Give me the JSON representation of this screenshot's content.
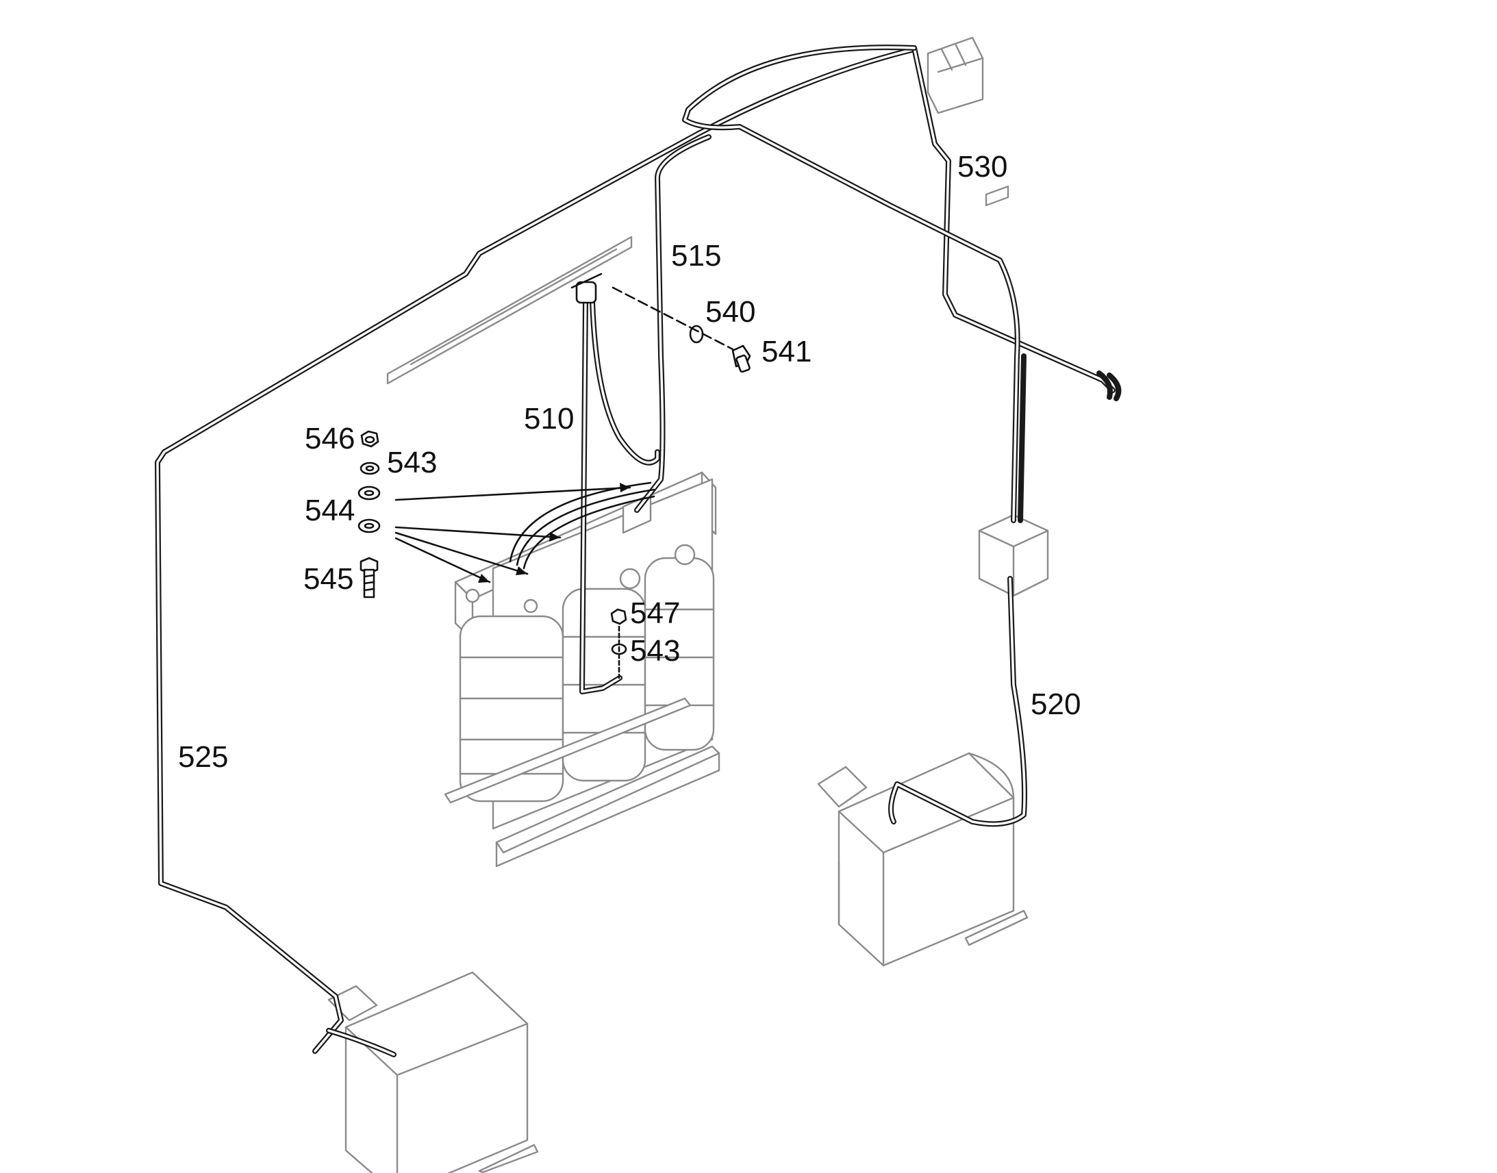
{
  "labels": {
    "p510": "510",
    "p515": "515",
    "p520": "520",
    "p525": "525",
    "p530": "530",
    "p540": "540",
    "p541": "541",
    "p543a": "543",
    "p543b": "543",
    "p544": "544",
    "p545": "545",
    "p546": "546",
    "p547": "547"
  }
}
